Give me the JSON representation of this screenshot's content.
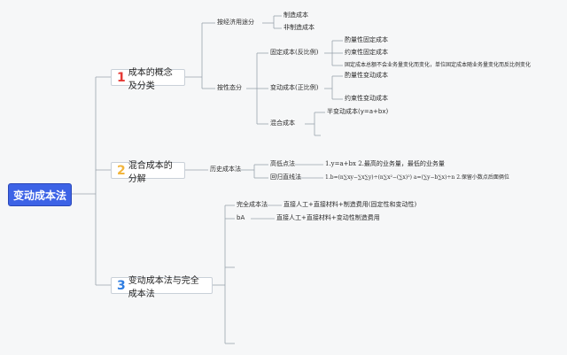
{
  "root": "变动成本法",
  "branches": [
    {
      "num": "1",
      "label": "成本的概念及分类"
    },
    {
      "num": "2",
      "label": "混合成本的分解"
    },
    {
      "num": "3",
      "label": "变动成本法与完全成本法"
    }
  ],
  "b1": {
    "economic": "按经济用途分",
    "manufacturing": "制造成本",
    "non_manufacturing": "非制造成本",
    "behavior": "按性态分",
    "fixed": "固定成本(反比例)",
    "discretionary_fixed": "酌量性固定成本",
    "committed_fixed": "约束性固定成本",
    "fixed_note": "固定成本总额不会业务量变化而变化，单位固定成本随业务量变化而反比例变化",
    "variable": "变动成本(正比例)",
    "discretionary_variable": "酌量性变动成本",
    "committed_variable": "约束性变动成本",
    "mixed": "混合成本",
    "semi_variable": "半变动成本(y=a+bx)"
  },
  "b2": {
    "historical": "历史成本法",
    "high_low": "高低点法",
    "high_low_formula": "1.y=a+bx 2.最高的业务量，最低的业务量",
    "regression": "回归直线法",
    "regression_formula": "1.b=(n∑xy−∑x∑y)÷(n∑x²−(∑x)²)  a=(∑y−b∑x)÷n 2.保留小数点后面俩位"
  },
  "b3": {
    "full_cost": "完全成本法",
    "full_cost_desc": "直接人工+直接材料+制造费用(固定性和变动性)",
    "variable_cost": "bA",
    "variable_cost_desc": "直接人工+直接材料+变动性制造费用"
  },
  "colors": {
    "root_fill": "#3d63e6",
    "branch1_num": "#e53935",
    "branch2_num": "#f2b53c",
    "branch3_num": "#2f7de1",
    "line": "#9aa3ad"
  }
}
